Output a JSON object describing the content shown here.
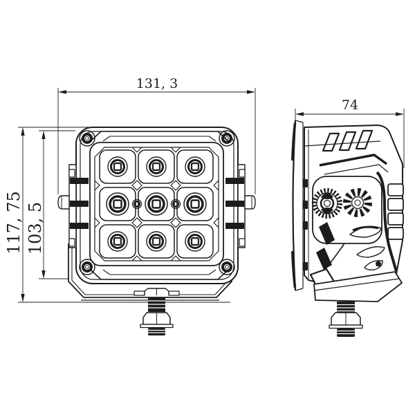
{
  "colors": {
    "background": "#ffffff",
    "line": "#1d1d1d"
  },
  "dimensions": {
    "front_width": "131, 3",
    "front_overall_height": "117, 75",
    "front_housing_height": "103, 5",
    "side_depth": "74"
  }
}
